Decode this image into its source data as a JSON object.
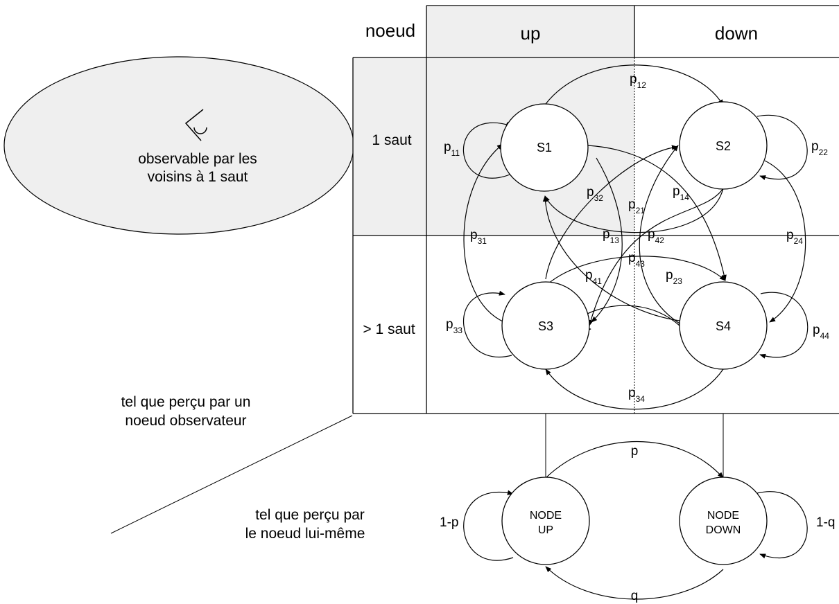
{
  "table": {
    "corner_label": "noeud",
    "columns": [
      "up",
      "down"
    ],
    "rows": [
      "1 saut",
      "> 1 saut"
    ]
  },
  "ellipse_text": [
    "observable par les",
    "voisins à 1 saut"
  ],
  "icons": {
    "observer": "eye-icon"
  },
  "captions": {
    "observer_view": [
      "tel que perçu par un",
      "noeud observateur"
    ],
    "self_view": [
      "tel que perçu par",
      "le noeud lui-même"
    ]
  },
  "states": {
    "s1": "S1",
    "s2": "S2",
    "s3": "S3",
    "s4": "S4",
    "node_up": [
      "NODE",
      "UP"
    ],
    "node_down": [
      "NODE",
      "DOWN"
    ]
  },
  "transitions": [
    {
      "id": "p11",
      "base": "p",
      "sub": "11"
    },
    {
      "id": "p12",
      "base": "p",
      "sub": "12"
    },
    {
      "id": "p13",
      "base": "p",
      "sub": "13"
    },
    {
      "id": "p14",
      "base": "p",
      "sub": "14"
    },
    {
      "id": "p21",
      "base": "p",
      "sub": "21"
    },
    {
      "id": "p22",
      "base": "p",
      "sub": "22"
    },
    {
      "id": "p23",
      "base": "p",
      "sub": "23"
    },
    {
      "id": "p24",
      "base": "p",
      "sub": "24"
    },
    {
      "id": "p31",
      "base": "p",
      "sub": "31"
    },
    {
      "id": "p32",
      "base": "p",
      "sub": "32"
    },
    {
      "id": "p33",
      "base": "p",
      "sub": "33"
    },
    {
      "id": "p34",
      "base": "p",
      "sub": "34"
    },
    {
      "id": "p41",
      "base": "p",
      "sub": "41"
    },
    {
      "id": "p42",
      "base": "p",
      "sub": "42"
    },
    {
      "id": "p43",
      "base": "p",
      "sub": "43"
    },
    {
      "id": "p44",
      "base": "p",
      "sub": "44"
    }
  ],
  "node_transitions": {
    "p": "p",
    "q": "q",
    "self_up": "1-p",
    "self_down": "1-q"
  }
}
